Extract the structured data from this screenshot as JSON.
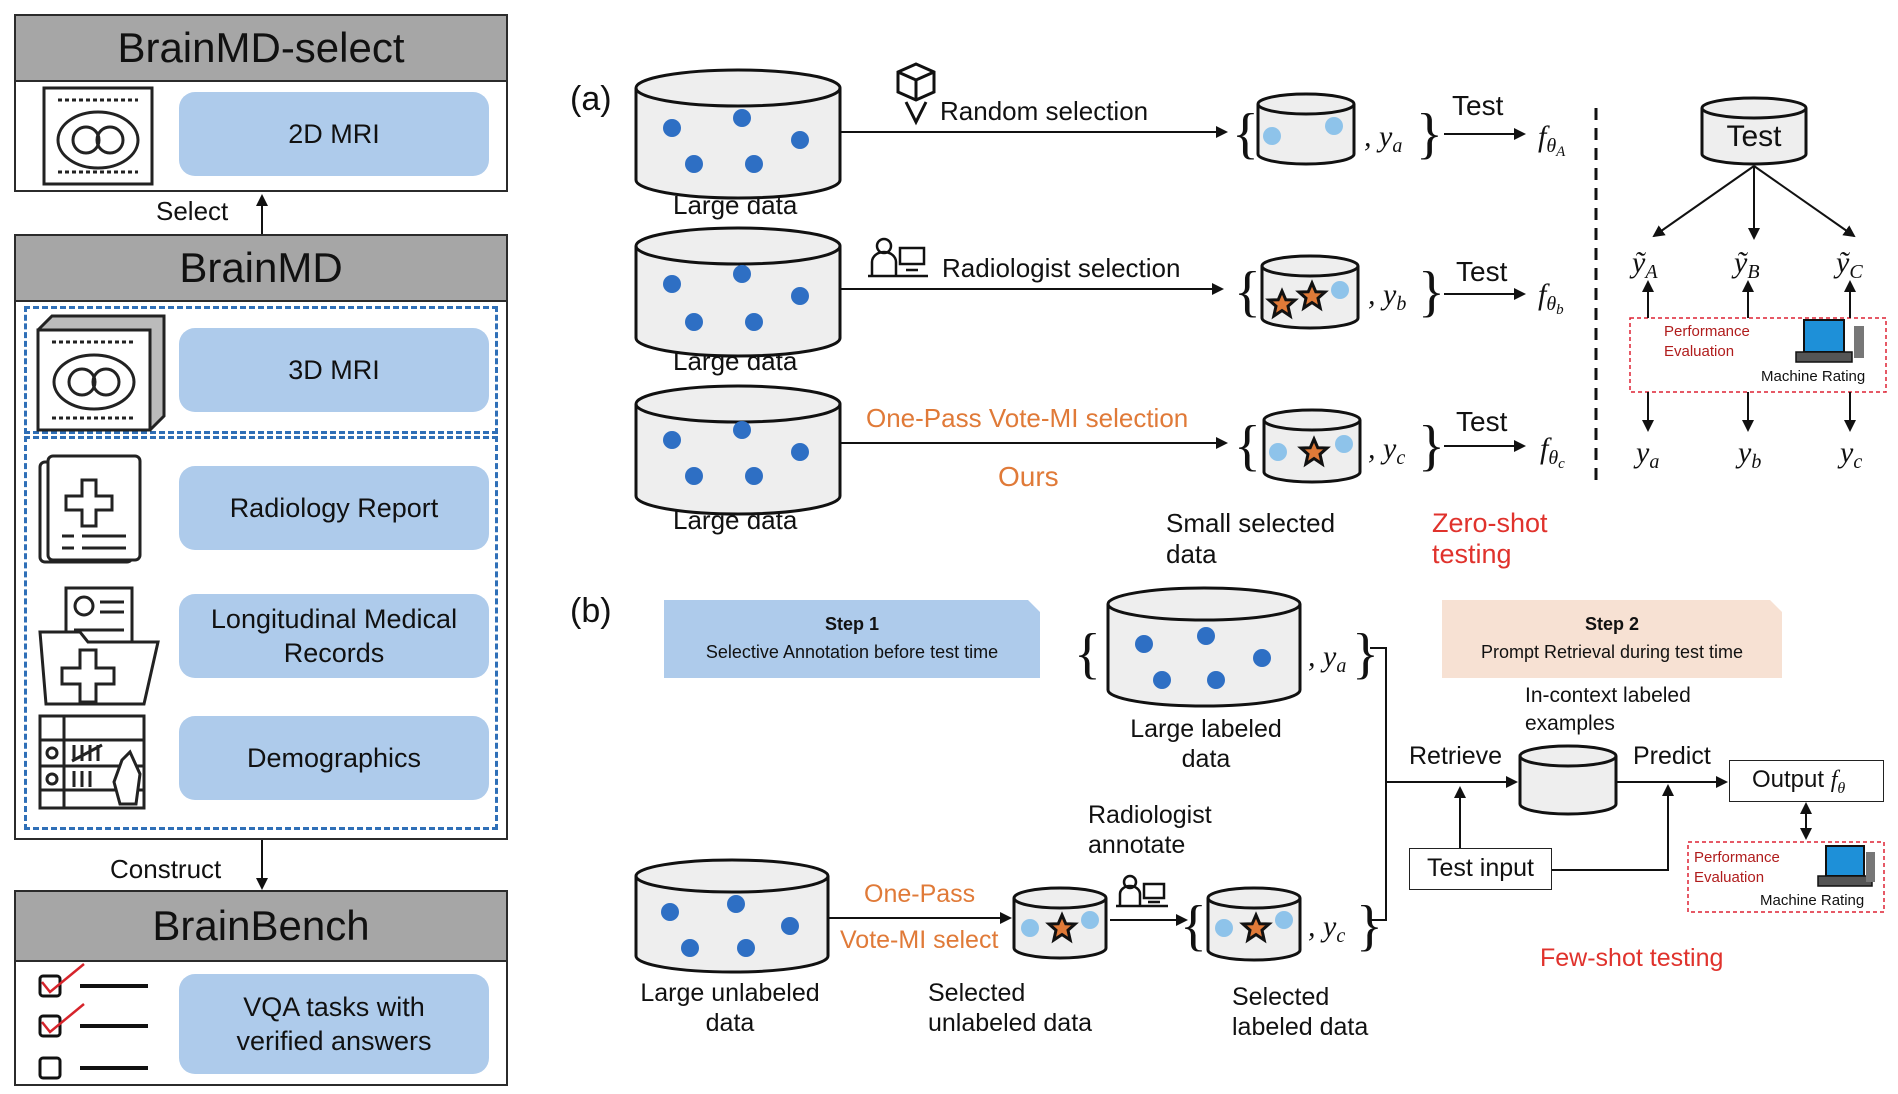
{
  "left": {
    "select_panel": {
      "title": "BrainMD-select",
      "item": "2D MRI"
    },
    "select_arrow_label": "Select",
    "brainmd_panel": {
      "title": "BrainMD",
      "items": [
        "3D MRI",
        "Radiology Report",
        "Longitudinal Medical Records",
        "Demographics"
      ]
    },
    "construct_arrow_label": "Construct",
    "bench_panel": {
      "title": "BrainBench",
      "item": "VQA tasks with verified answers"
    }
  },
  "part_a": {
    "label": "(a)",
    "cylinder_label": "Large data",
    "rows": [
      {
        "method": "Random selection",
        "test": "Test",
        "y": "y",
        "y_sub": "a",
        "f_sub": "A"
      },
      {
        "method": "Radiologist selection",
        "test": "Test",
        "y": "y",
        "y_sub": "b",
        "f_sub": "b"
      },
      {
        "method": "One-Pass Vote-MI selection",
        "ours": "Ours",
        "test": "Test",
        "y": "y",
        "y_sub": "c",
        "f_sub": "c"
      }
    ],
    "small_selected": "Small selected data",
    "zero_shot": "Zero-shot testing",
    "test_db": "Test",
    "pred_labels": [
      "ỹ_A",
      "ỹ_B",
      "ỹ_C"
    ],
    "gt_labels": [
      "y_a",
      "y_b",
      "y_c"
    ],
    "perf_eval": "Performance Evaluation",
    "machine_rating": "Machine Rating"
  },
  "part_b": {
    "label": "(b)",
    "step1_title": "Step 1",
    "step1_text": "Selective Annotation before test time",
    "step2_title": "Step 2",
    "step2_text": "Prompt Retrieval during test time",
    "large_labeled": "Large labeled data",
    "large_unlabeled": "Large unlabeled data",
    "one_pass": "One-Pass",
    "vote_mi": "Vote-MI select",
    "selected_unlabeled": "Selected unlabeled data",
    "radiologist_annotate": "Radiologist annotate",
    "selected_labeled": "Selected labeled data",
    "incontext": "In-context labeled examples",
    "retrieve": "Retrieve",
    "predict": "Predict",
    "output": "Output",
    "test_input": "Test input",
    "few_shot": "Few-shot testing",
    "perf_eval": "Performance Evaluation",
    "machine_rating": "Machine Rating"
  },
  "colors": {
    "pill": "#aecbeb",
    "dash": "#2f6fb7",
    "orange": "#e07a38",
    "red": "#e0322c",
    "dot": "#2e6fc4",
    "light_dot": "#8ec3ea",
    "star": "#e07a38",
    "step2_bg": "#f7e1d3"
  }
}
